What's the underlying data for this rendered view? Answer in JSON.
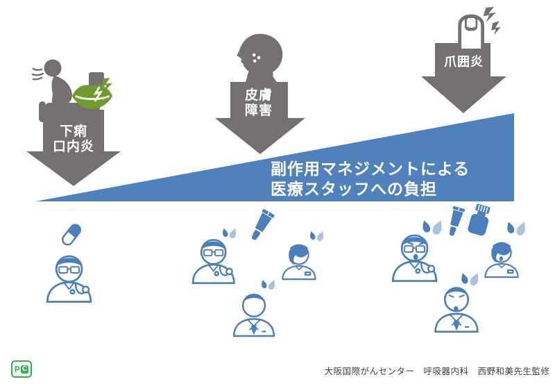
{
  "slide": {
    "background_color": "#ffffff",
    "colors": {
      "arrow_gray": "#757070",
      "wedge_blue": "#4f81bd",
      "staff_icon_blue": "#4a7ebd",
      "sweat_light_blue": "#a9c2dd",
      "lips_green": "#729b2d",
      "logo_green": "#2eb34a",
      "footer_text": "#3f3f3f",
      "arrow_label_white": "#ffffff"
    },
    "arrows": [
      {
        "label_lines": [
          "下痢",
          "口内炎"
        ],
        "icons": [
          "person-vomiting-on-toilet-icon",
          "cracked-lips-icon"
        ]
      },
      {
        "label_lines": [
          "皮膚",
          "障害"
        ],
        "icons": [
          "face-profile-with-rash-icon"
        ]
      },
      {
        "label_lines": [
          "爪囲炎"
        ],
        "icons": [
          "inflamed-fingernail-icon"
        ]
      }
    ],
    "wedge": {
      "line1": "副作用マネジメントによる",
      "line2": "医療スタッフへの負担"
    },
    "staff_groups": [
      {
        "items_above": [
          "capsule-icon"
        ],
        "members": [
          "doctor-icon"
        ]
      },
      {
        "items_above": [
          "ointment-tube-icon"
        ],
        "members": [
          "doctor-with-sweat-icon",
          "nurse-with-sweat-icon",
          "pharmacist-with-sweat-icon"
        ]
      },
      {
        "items_above": [
          "ointment-tube-icon",
          "medicine-bottle-icon"
        ],
        "members": [
          "stressed-doctor-icon",
          "stressed-nurse-icon",
          "stressed-pharmacist-icon"
        ]
      }
    ],
    "footer": {
      "credit": "大阪国際がんセンター　呼吸器内科　西野和美先生監修",
      "logo_letters": [
        "P",
        "C"
      ]
    }
  }
}
